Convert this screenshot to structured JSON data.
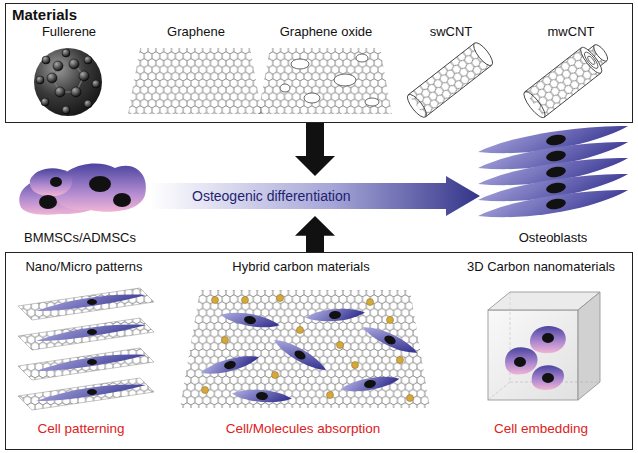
{
  "diagram": {
    "nodes": [
      {
        "text": [
          "Materials",
          "Fullerene",
          "Graphene",
          "Graphene oxide",
          "swCNT",
          "mwCNT"
        ]
      },
      {
        "text": [
          "Osteogenic differentiation"
        ]
      },
      {
        "text": [
          "Nano/Micro patterns",
          "Hybrid carbon materials",
          "3D Carbon nanomaterials",
          "Cell patterning",
          "Cell/Molecules absorption",
          "Cell embedding"
        ]
      }
    ],
    "edges": [
      {
        "from": 0,
        "to": 1,
        "arrow": "to"
      },
      {
        "from": 2,
        "to": 1,
        "arrow": "to"
      }
    ],
    "labels": [
      "BMMSCs/ADMSCs",
      "Osteoblasts"
    ]
  }
}
